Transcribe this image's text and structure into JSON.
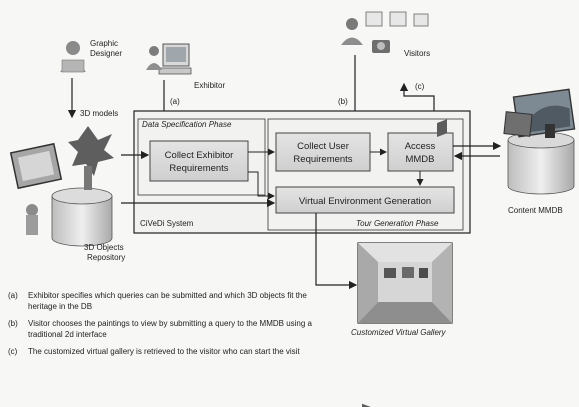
{
  "actors": {
    "graphic_designer": [
      "Graphic",
      "Designer"
    ],
    "exhibitor": "Exhibitor",
    "visitors": "Visitors"
  },
  "flow_labels": {
    "models": "3D models",
    "a": "(a)",
    "b": "(b)",
    "c": "(c)"
  },
  "phases": {
    "data_spec": "Data Specification Phase",
    "tour_gen": "Tour Generation Phase",
    "system": "CiVeDi System"
  },
  "boxes": {
    "collect_exhibitor": [
      "Collect Exhibitor",
      "Requirements"
    ],
    "collect_user": [
      "Collect User",
      "Requirements"
    ],
    "access_mmdb": [
      "Access",
      "MMDB"
    ],
    "veg": "Virtual Environment Generation"
  },
  "stores": {
    "objects_repo": [
      "3D Objects",
      "Repository"
    ],
    "content_mmdb": "Content MMDB"
  },
  "gallery_caption": "Customized Virtual Gallery",
  "legend": [
    {
      "key": "(a)",
      "text": "Exhibitor specifies which queries can be submitted and which 3D objects fit the heritage in the DB"
    },
    {
      "key": "(b)",
      "text": "Visitor chooses the paintings to view by submitting a query to the MMDB using a traditional 2d interface"
    },
    {
      "key": "(c)",
      "text": "The customized virtual gallery is retrieved to the visitor who can start the visit"
    }
  ]
}
